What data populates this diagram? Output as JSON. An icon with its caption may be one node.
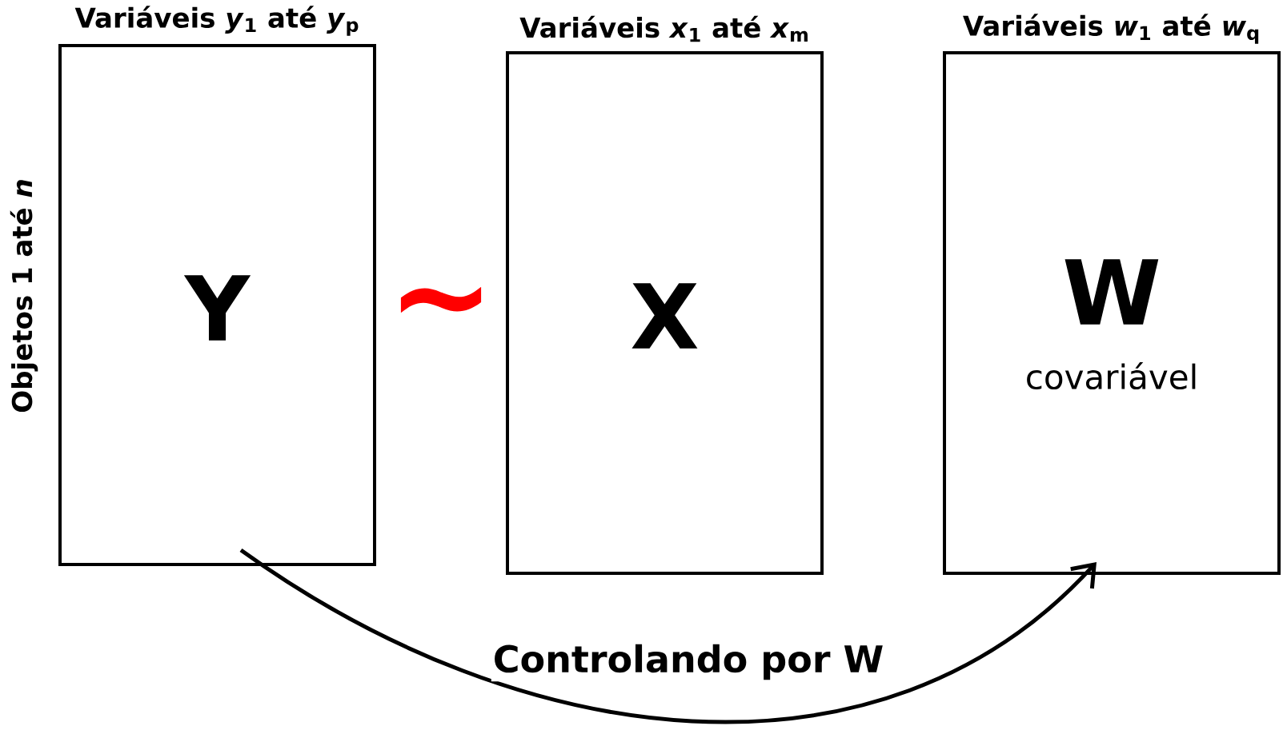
{
  "diagram": {
    "nodes": [
      {
        "text": [
          "Variáveis *y*$_{1}$ até *y*$_{p}$",
          "Y"
        ]
      },
      {
        "text": [
          "Variáveis *x*$_{1}$ até *x*$_{m}$",
          "X"
        ]
      },
      {
        "text": [
          "Variáveis *w*$_{1}$ até *w*$_{q}$",
          "W",
          "covariável"
        ]
      }
    ],
    "edges": [
      {
        "from": 0,
        "to": 2,
        "arrow": "to",
        "label": "Controlando por W"
      }
    ],
    "labels": [
      "Objetos 1 até *n*",
      "~"
    ]
  }
}
